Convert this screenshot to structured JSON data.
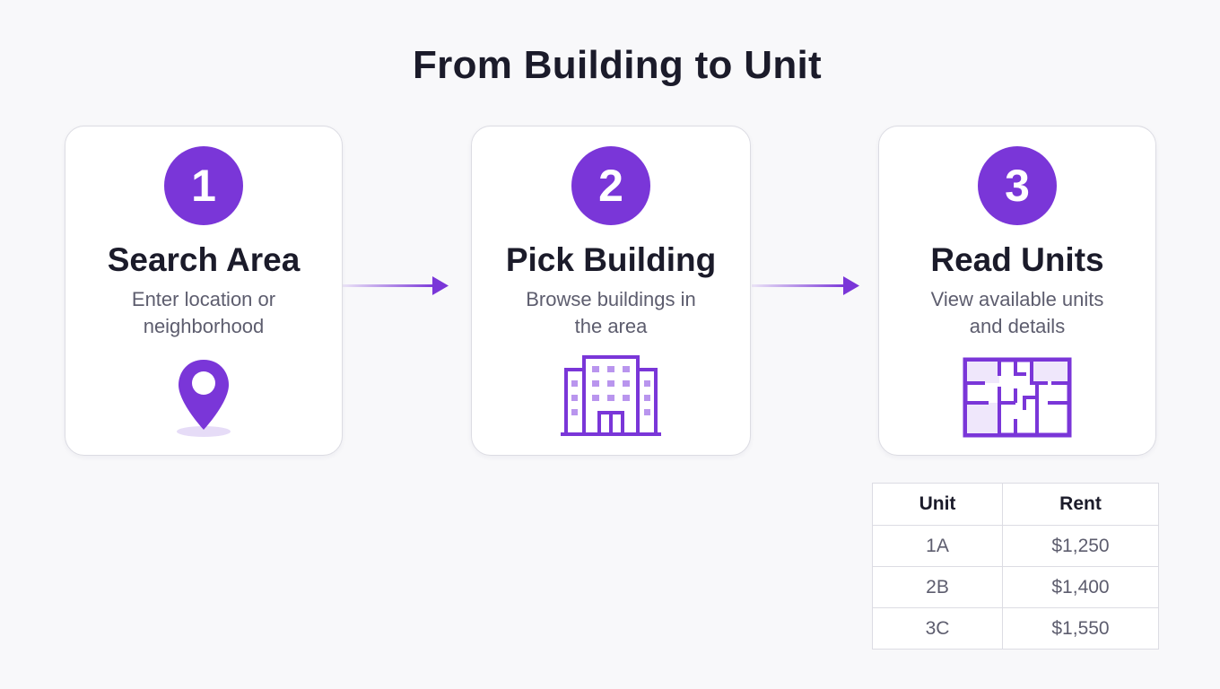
{
  "title": "From Building to Unit",
  "accent_color": "#7a36d8",
  "steps": [
    {
      "number": "1",
      "title": "Search Area",
      "desc_line1": "Enter location or",
      "desc_line2": "neighborhood",
      "icon": "location-pin-icon"
    },
    {
      "number": "2",
      "title": "Pick Building",
      "desc_line1": "Browse buildings in",
      "desc_line2": "the area",
      "icon": "building-icon"
    },
    {
      "number": "3",
      "title": "Read Units",
      "desc_line1": "View available units",
      "desc_line2": "and details",
      "icon": "floor-plan-icon"
    }
  ],
  "table": {
    "headers": [
      "Unit",
      "Rent"
    ],
    "rows": [
      [
        "1A",
        "$1,250"
      ],
      [
        "2B",
        "$1,400"
      ],
      [
        "3C",
        "$1,550"
      ]
    ]
  }
}
